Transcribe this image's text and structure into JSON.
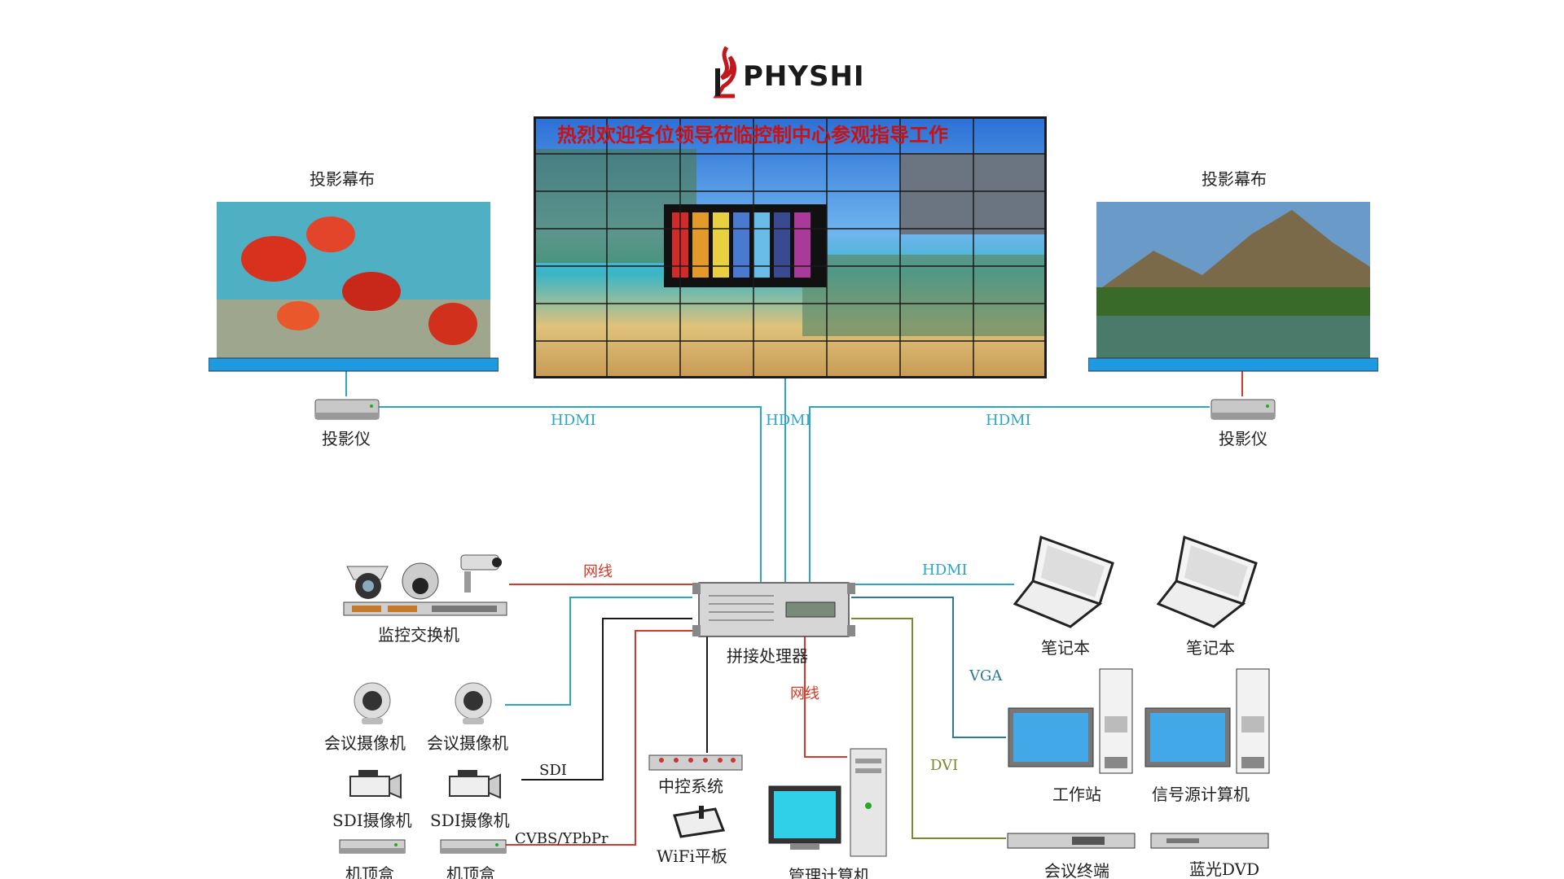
{
  "brand": {
    "name": "PHYSHI"
  },
  "videowall": {
    "title": "热烈欢迎各位领导莅临控制中心参观指导工作"
  },
  "devices": {
    "screen_left": "投影幕布",
    "screen_right": "投影幕布",
    "projector_left": "投影仪",
    "projector_right": "投影仪",
    "processor": "拼接处理器",
    "monitor_switch": "监控交换机",
    "conf_cam_1": "会议摄像机",
    "conf_cam_2": "会议摄像机",
    "sdi_cam_1": "SDI摄像机",
    "sdi_cam_2": "SDI摄像机",
    "stb_1": "机顶盒",
    "stb_2": "机顶盒",
    "central_control": "中控系统",
    "wifi_tablet": "WiFi平板",
    "mgmt_pc": "管理计算机",
    "laptop_1": "笔记本",
    "laptop_2": "笔记本",
    "workstation": "工作站",
    "source_pc": "信号源计算机",
    "conf_terminal": "会议终端",
    "bluray": "蓝光DVD"
  },
  "wires": {
    "hdmi_left": "HDMI",
    "hdmi_center": "HDMI",
    "hdmi_right": "HDMI",
    "net_monitor": "网线",
    "hdmi_laptop": "HDMI",
    "vga": "VGA",
    "net_mgmt": "网线",
    "dvi": "DVI",
    "sdi": "SDI",
    "cvbs": "CVBS/YPbPr"
  },
  "colors": {
    "hdmi": "#2aa6c8",
    "network": "#d23a2a",
    "sdi": "#1a1a1a",
    "dvi": "#7a8a2a",
    "vga": "#2a7a9a",
    "screen_bar": "#1e9be0",
    "wall_frame": "#1a1a1a"
  },
  "icons": [
    "physhi-logo-icon",
    "projector-icon",
    "dome-camera-icon",
    "bullet-camera-icon",
    "switch-icon",
    "processor-icon",
    "webcam-icon",
    "camcorder-icon",
    "set-top-box-icon",
    "control-box-icon",
    "tablet-icon",
    "monitor-icon",
    "tower-pc-icon",
    "laptop-icon",
    "rack-unit-icon"
  ]
}
